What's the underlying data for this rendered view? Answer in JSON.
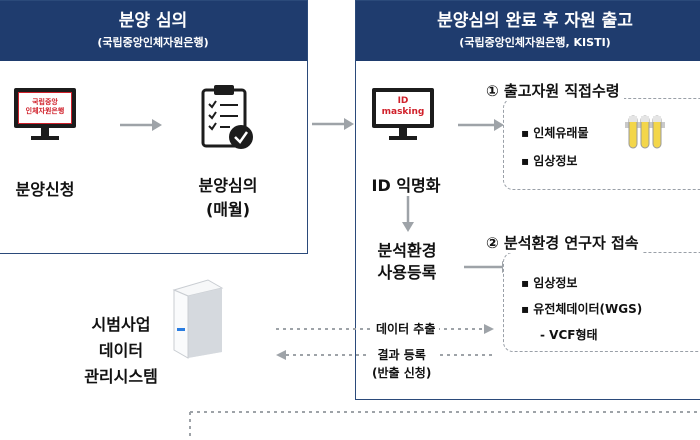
{
  "left_panel": {
    "title": "분양 심의",
    "subtitle": "(국립중앙인체자원은행)",
    "monitor_text_1": "국립중앙",
    "monitor_text_2": "인체자원은행",
    "step1_label": "분양신청",
    "step2_label_1": "분양심의",
    "step2_label_2": "(매월)"
  },
  "right_panel": {
    "title": "분양심의 완료 후 자원 출고",
    "subtitle": "(국립중앙인체자원은행, KISTI)",
    "monitor_text_1": "ID",
    "monitor_text_2": "masking",
    "id_label": "ID 익명화",
    "register_label_1": "분석환경",
    "register_label_2": "사용등록",
    "section1": {
      "heading": "① 출고자원 직접수령",
      "bullets": [
        "▪ 인체유래물",
        "▪ 임상정보"
      ]
    },
    "section2": {
      "heading": "② 분석환경 연구자 접속",
      "bullets": [
        "▪ 임상정보",
        "▪ 유전체데이터(WGS)",
        "- VCF형태"
      ]
    }
  },
  "system": {
    "label_1": "시범사업",
    "label_2": "데이터",
    "label_3": "관리시스템",
    "extract_label": "데이터 추출",
    "result_label_1": "결과 등록",
    "result_label_2": "(반출 신청)"
  },
  "colors": {
    "header_bg": "#1f3c6e",
    "arrow": "#9ea3a8",
    "accent_red": "#d0202a"
  },
  "icons": [
    "monitor-icon",
    "clipboard-icon",
    "server-icon",
    "test-tubes-icon",
    "arrow-icon"
  ]
}
